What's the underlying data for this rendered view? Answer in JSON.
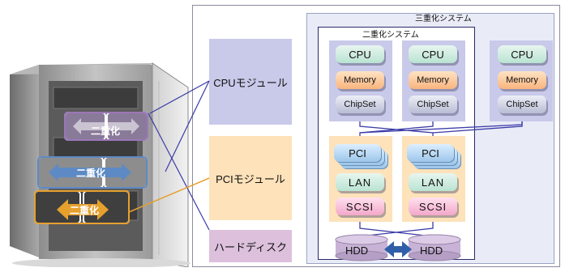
{
  "categories": {
    "cpu": "CPUモジュール",
    "pci": "PCIモジュール",
    "hdd": "ハードディスク"
  },
  "system": {
    "triple_label": "三重化システム",
    "double_label": "二重化システム"
  },
  "cpu_module": {
    "cpu": "CPU",
    "memory": "Memory",
    "chipset": "ChipSet"
  },
  "pci_module": {
    "pci": "PCI",
    "lan": "LAN",
    "scsi": "SCSI"
  },
  "hdd": {
    "left": "HDD",
    "right": "HDD"
  },
  "server": {
    "cpu_dup": "二重化",
    "pci_dup": "二重化",
    "hdd_dup": "二重化"
  },
  "colors": {
    "cpu_band": "#c9c9ea",
    "pci_band": "#fde2ba",
    "hdd_band": "#dcc0dc",
    "link_line": "#3b3ba8",
    "hdd_arrow": "#2f5fa8",
    "pci_highlight": "#5d8ac5",
    "hdd_highlight": "#e6a02e"
  }
}
